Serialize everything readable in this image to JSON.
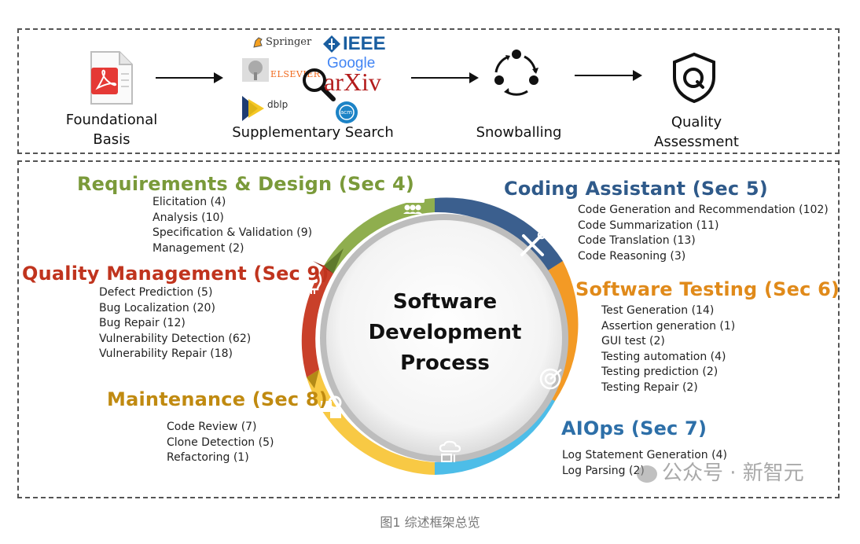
{
  "workflow": {
    "steps": [
      {
        "label_line1": "Foundational",
        "label_line2": "Basis"
      },
      {
        "label_line1": "Supplementary Search",
        "label_line2": ""
      },
      {
        "label_line1": "Snowballing",
        "label_line2": ""
      },
      {
        "label_line1": "Quality",
        "label_line2": "Assessment"
      }
    ],
    "source_logos": {
      "springer": "Springer",
      "ieee": "IEEE",
      "google": "Google",
      "elsevier": "ELSEVIER",
      "arxiv": "arXiv",
      "dblp": "dblp",
      "acm": "acm"
    }
  },
  "center": {
    "line1": "Software",
    "line2": "Development",
    "line3": "Process"
  },
  "sections": {
    "requirements": {
      "title": "Requirements & Design (Sec 4)",
      "color": "#7a9a3a",
      "items": [
        "Elicitation (4)",
        "Analysis (10)",
        "Specification & Validation (9)",
        "Management (2)"
      ]
    },
    "coding": {
      "title": "Coding Assistant (Sec 5)",
      "color": "#2f5a8a",
      "items": [
        "Code Generation and Recommendation (102)",
        "Code Summarization (11)",
        "Code Translation (13)",
        "Code Reasoning (3)"
      ]
    },
    "testing": {
      "title": "Software Testing (Sec 6)",
      "color": "#e08a1a",
      "items": [
        "Test Generation (14)",
        "Assertion generation (1)",
        "GUI test (2)",
        "Testing automation (4)",
        "Testing prediction (2)",
        "Testing Repair (2)"
      ]
    },
    "aiops": {
      "title": "AIOps (Sec 7)",
      "color": "#2d6fa8",
      "items": [
        "Log Statement Generation (4)",
        "Log Parsing (2)"
      ]
    },
    "maintenance": {
      "title": "Maintenance (Sec 8)",
      "color": "#c08a10",
      "items": [
        "Code Review (7)",
        "Clone Detection (5)",
        "Refactoring (1)"
      ]
    },
    "quality": {
      "title": "Quality Management (Sec 9)",
      "color": "#c0341e",
      "items": [
        "Defect Prediction (5)",
        "Bug Localization (20)",
        "Bug Repair (12)",
        "Vulnerability Detection (62)",
        "Vulnerability Repair (18)"
      ]
    }
  },
  "watermark": "公众号 · 新智元",
  "caption": "图1 综述框架总览"
}
